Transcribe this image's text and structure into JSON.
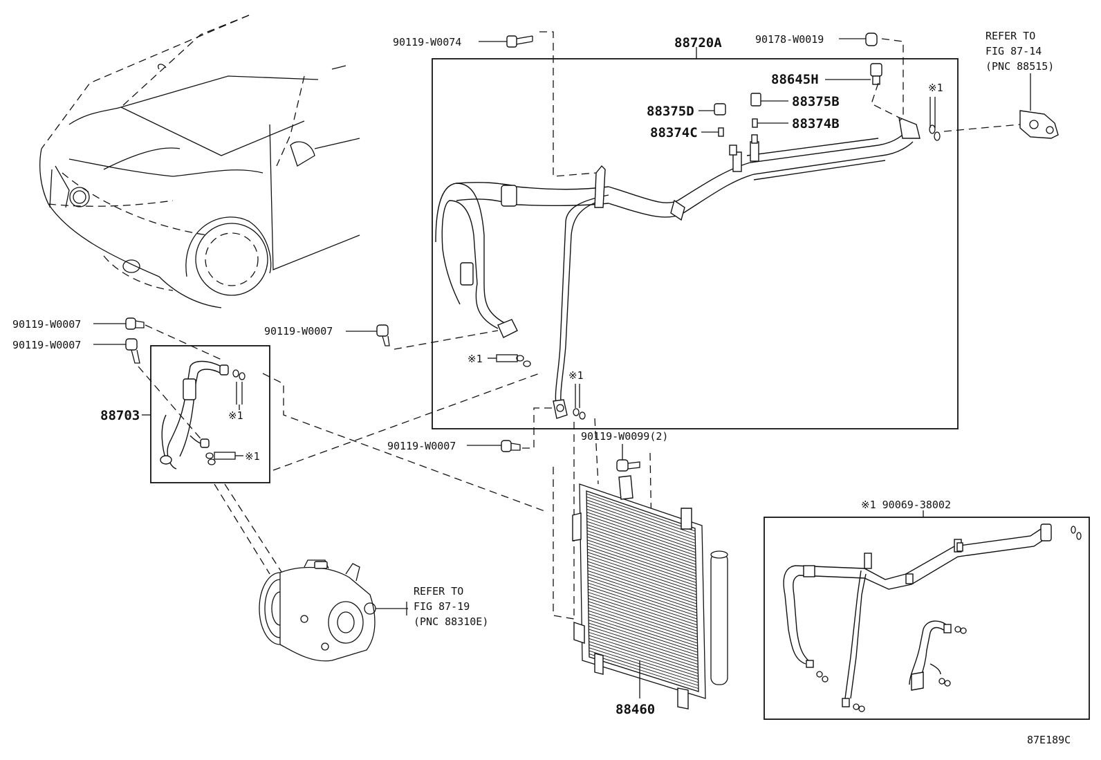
{
  "labels": {
    "hose_assy_88720A": "88720A",
    "pressure_switch_88645H": "88645H",
    "cap_88375D": "88375D",
    "cap_88375B": "88375B",
    "valve_88374C": "88374C",
    "valve_88374B": "88374B",
    "hose_88703": "88703",
    "condenser_88460": "88460",
    "bolt_top_left": "90119-W0074",
    "bolt_top_right": "90178-W0019",
    "bolt_left_1": "90119-W0007",
    "bolt_left_2": "90119-W0007",
    "bolt_mid": "90119-W0007",
    "bolt_lower_mid": "90119-W0007",
    "bolt_condenser": "90119-W0099(2)",
    "oring_set": "※1 90069-38002",
    "mark": "※1"
  },
  "references": {
    "expansion_valve": [
      "REFER TO",
      "FIG 87-14",
      "(PNC 88515)"
    ],
    "compressor": [
      "REFER TO",
      "FIG 87-19",
      "(PNC 88310E)"
    ]
  },
  "figure_code": "87E189C"
}
